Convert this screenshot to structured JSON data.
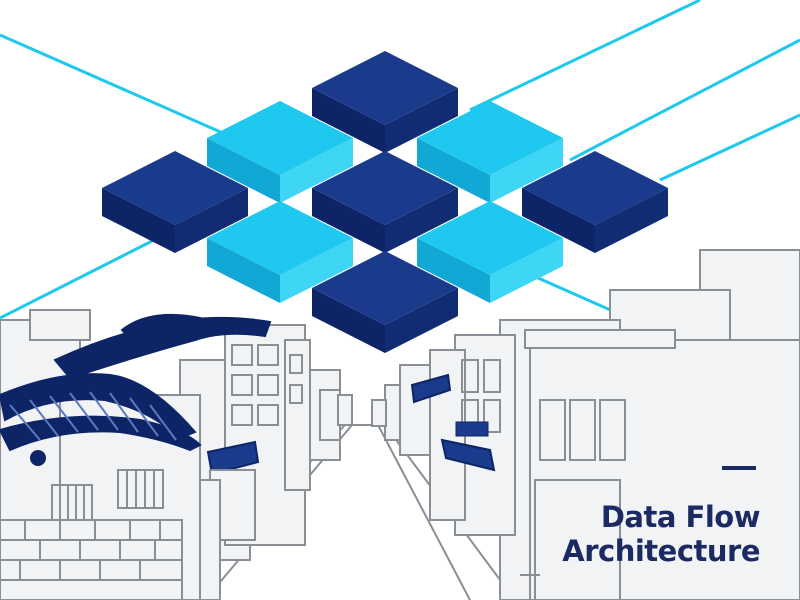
{
  "title": {
    "line1": "Data Flow",
    "line2": "Architecture"
  },
  "colors": {
    "background": "#ffffff",
    "navy": "#1a3a8c",
    "navy_dark": "#0d2566",
    "navy_side": "#122c73",
    "cyan": "#1ec8ee",
    "cyan_light": "#3fd6f6",
    "cyan_dark": "#12a8d6",
    "line_art": "#8a8f96",
    "building_fill": "#f2f3f4",
    "title_text": "#1b2a63",
    "accent_bar": "#1b2a63"
  },
  "grid": {
    "rows": [
      [
        "navy"
      ],
      [
        "cyan",
        "cyan"
      ],
      [
        "navy",
        "navy",
        "navy"
      ],
      [
        "cyan",
        "cyan"
      ],
      [
        "navy"
      ]
    ]
  }
}
